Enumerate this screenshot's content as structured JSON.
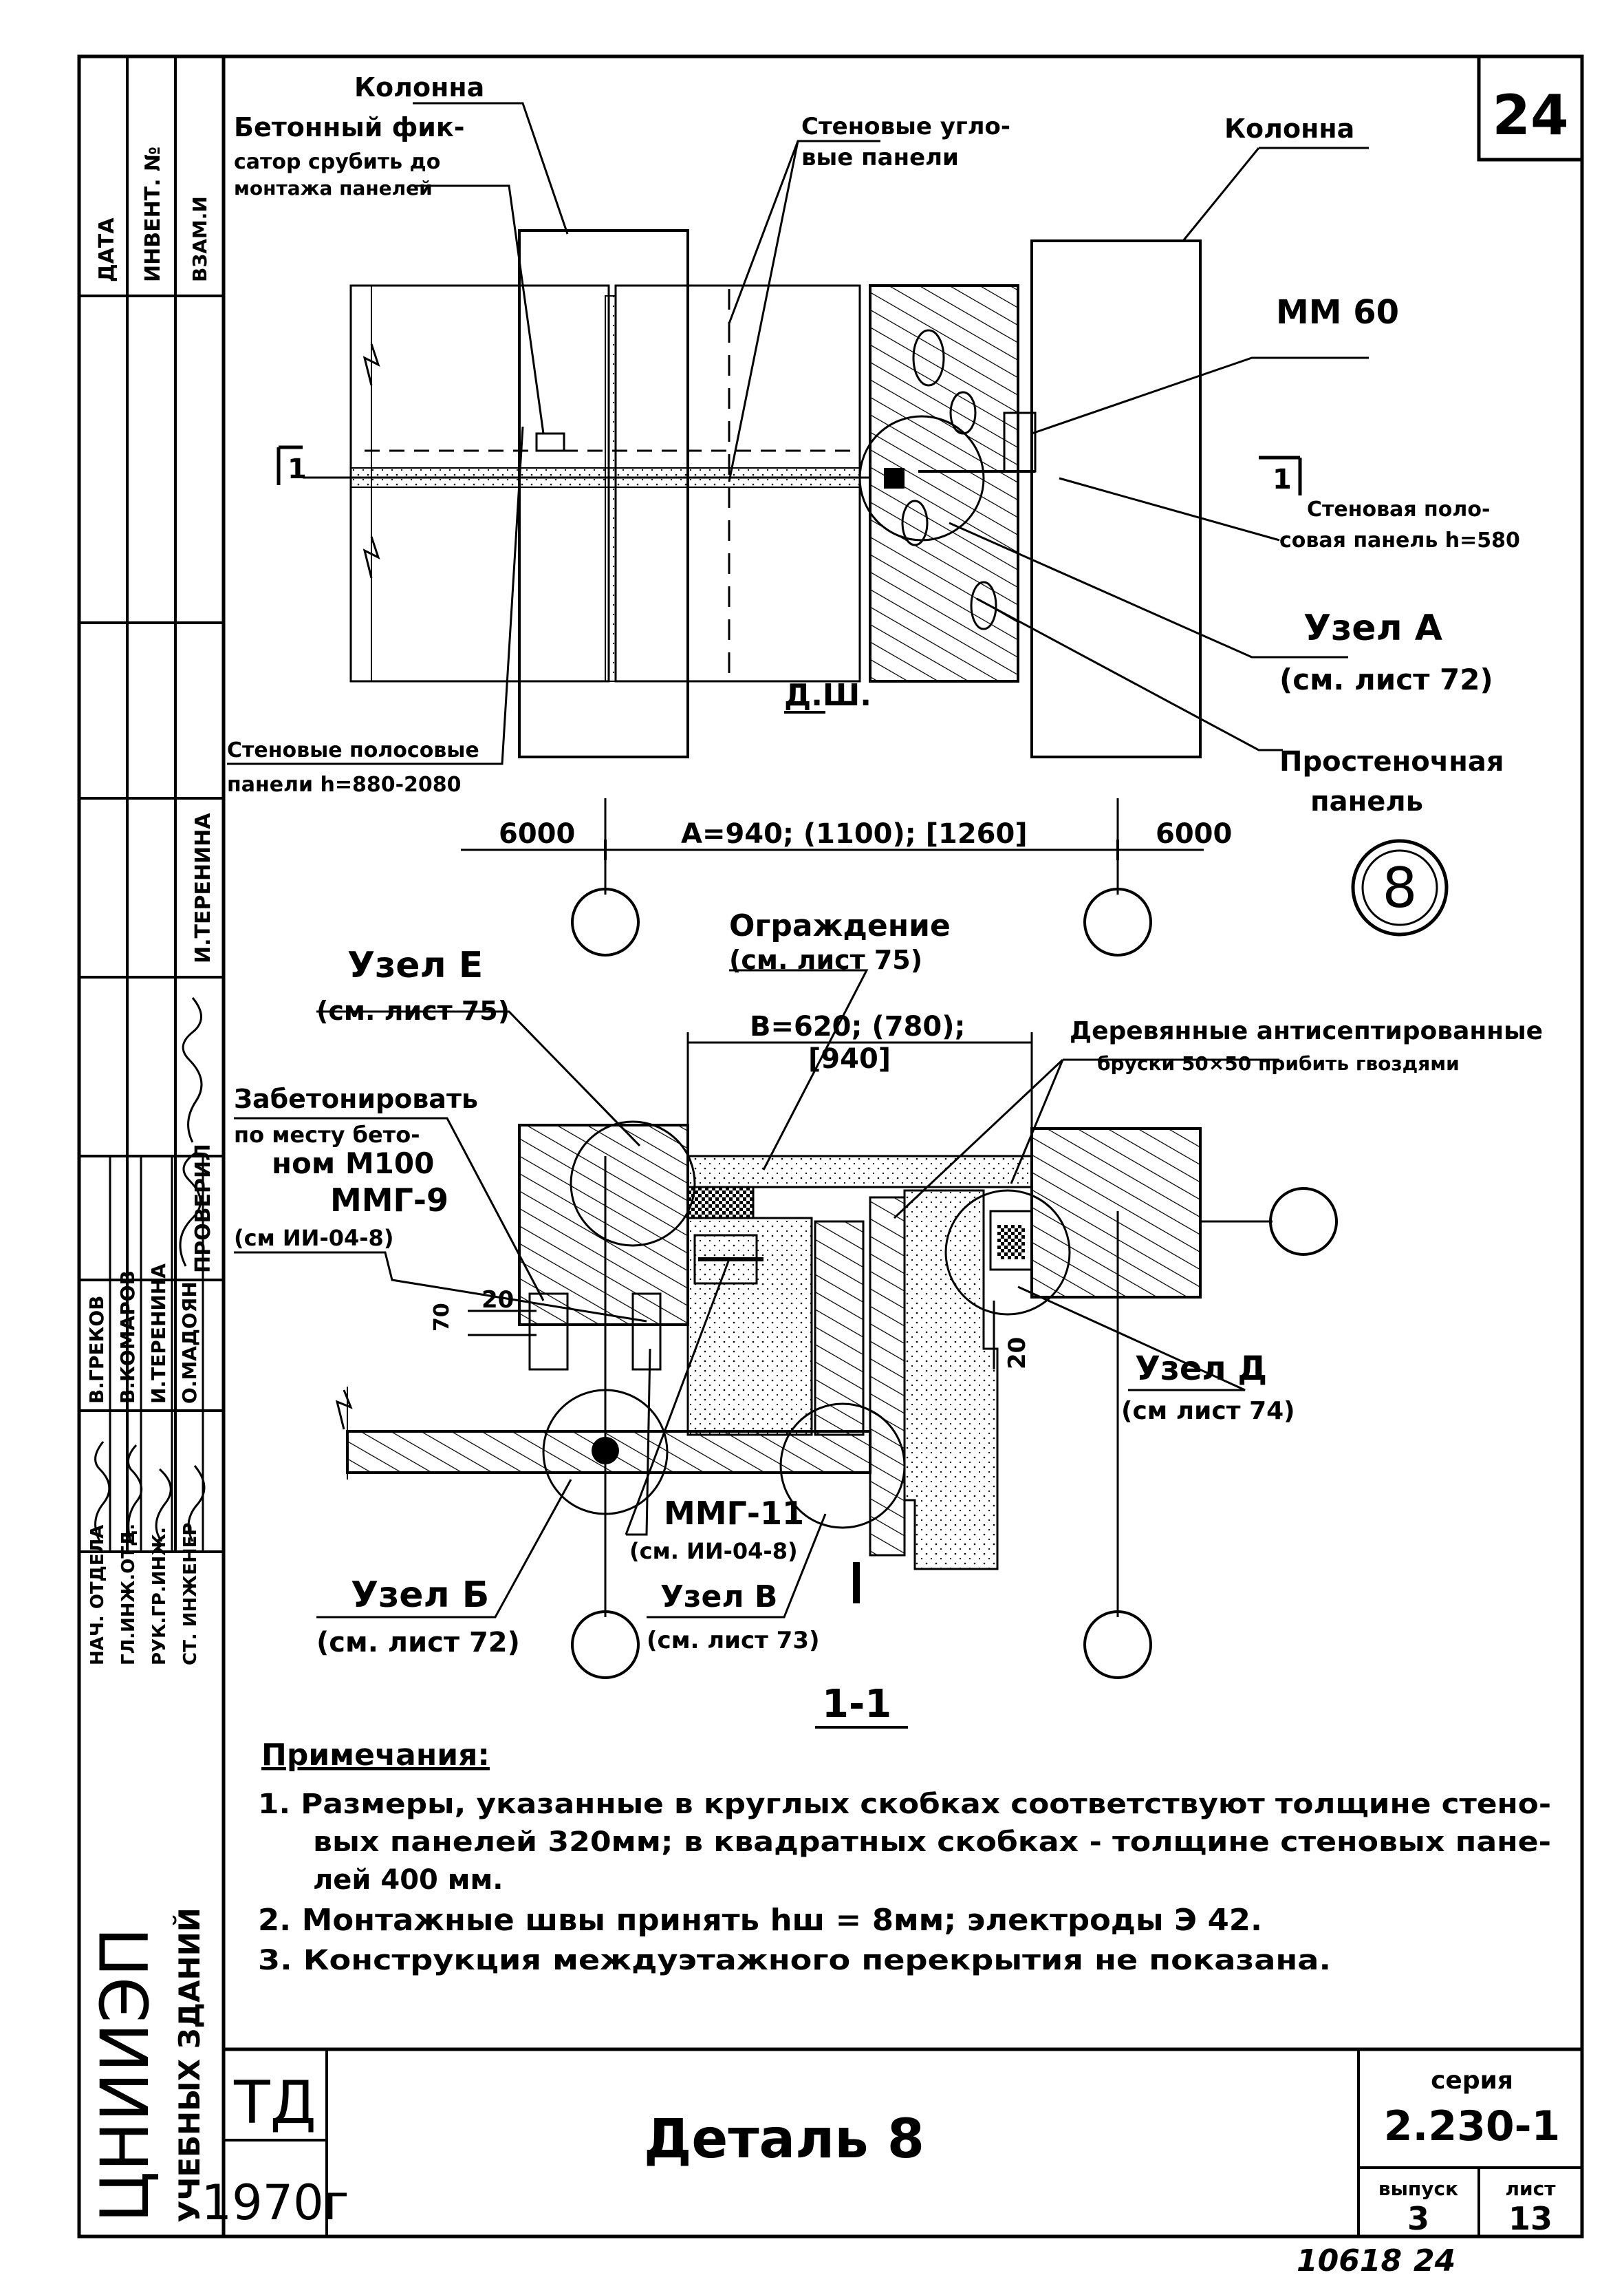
{
  "sheet_number": "24",
  "side_stamp": {
    "headers": [
      "ДАТА",
      "ИНВЕНТ. №",
      "ВЗАМ.И"
    ],
    "roles": [
      "НАЧ. ОТДЕЛА",
      "ГЛ.ИНЖ.ОТД.",
      "РУК.ГР.ИНЖ.",
      "СТ. ИНЖЕНЕР"
    ],
    "people": [
      "В.ГРЕКОВ",
      "В.КОМАРОВ",
      "И.ТЕРЕНИНА",
      "О.МАДОЯН"
    ],
    "check_label": "ПРОВЕРИЛ",
    "checker": "И.ТЕРЕНИНА",
    "org": "ЦНИИЭП",
    "org_sub": "УЧЕБНЫХ ЗДАНИЙ"
  },
  "top_detail": {
    "labels": {
      "column_left": "Колонна",
      "fixator_1": "Бетонный фик-",
      "fixator_2": "сатор срубить до",
      "fixator_3": "монтажа панелей",
      "corner_1": "Стеновые угло-",
      "corner_2": "вые панели",
      "column_right": "Колонна",
      "mm60": "ММ 60",
      "panel_1": "Стеновая поло-",
      "panel_2": "совая панель h=580",
      "node_a": "Узел А",
      "node_a_ref": "(см. лист 72)",
      "wall_panels_1": "Стеновые полосовые",
      "wall_panels_2": "панели h=880-2080",
      "pier_1": "Простеночная",
      "pier_2": "панель",
      "dsh": "Д.Ш.",
      "cut_mark": "1"
    },
    "dimensions": {
      "left": "6000",
      "middle": "А=940; (1100); [1260]",
      "right": "6000"
    },
    "detail_number": "8"
  },
  "section": {
    "labels": {
      "node_e": "Узел Е",
      "node_e_ref": "(см. лист 75)",
      "fence": "Ограждение",
      "fence_ref": "(см. лист 75)",
      "b_dim_1": "В=620; (780);",
      "b_dim_2": "[940]",
      "bars_1": "Деревянные антисептированные",
      "bars_2": "бруски 50×50 прибить гвоздями",
      "concrete_1": "Забетонировать",
      "concrete_2": "по месту бето-",
      "concrete_3": "ном М100",
      "mmg9": "ММГ-9",
      "mmg9_ref": "(см ИИ-04-8)",
      "dim70": "70",
      "dim20": "20",
      "dim20r": "20",
      "node_d": "Узел Д",
      "node_d_ref": "(см лист 74)",
      "mmg11": "ММГ-11",
      "mmg11_ref": "(см. ИИ-04-8)",
      "node_b": "Узел Б",
      "node_b_ref": "(см. лист 72)",
      "node_v": "Узел В",
      "node_v_ref": "(см. лист 73)",
      "section_mark": "1-1"
    }
  },
  "notes": {
    "title": "Примечания:",
    "items": [
      "1. Размеры, указанные в круглых скобках соответствуют толщине стено-",
      "вых панелей 320мм; в квадратных скобках - толщине стеновых пане-",
      "лей 400 мм.",
      "2. Монтажные швы принять hш = 8мм; электроды Э 42.",
      "3. Конструкция междуэтажного перекрытия не показана."
    ]
  },
  "title_block": {
    "td": "ТД",
    "year": "1970г",
    "title": "Деталь 8",
    "series_label": "серия",
    "series": "2.230-1",
    "issue_label": "выпуск",
    "issue": "3",
    "sheet_label": "лист",
    "sheet": "13"
  },
  "footer": {
    "stamp_number": "10618",
    "page": "24"
  }
}
